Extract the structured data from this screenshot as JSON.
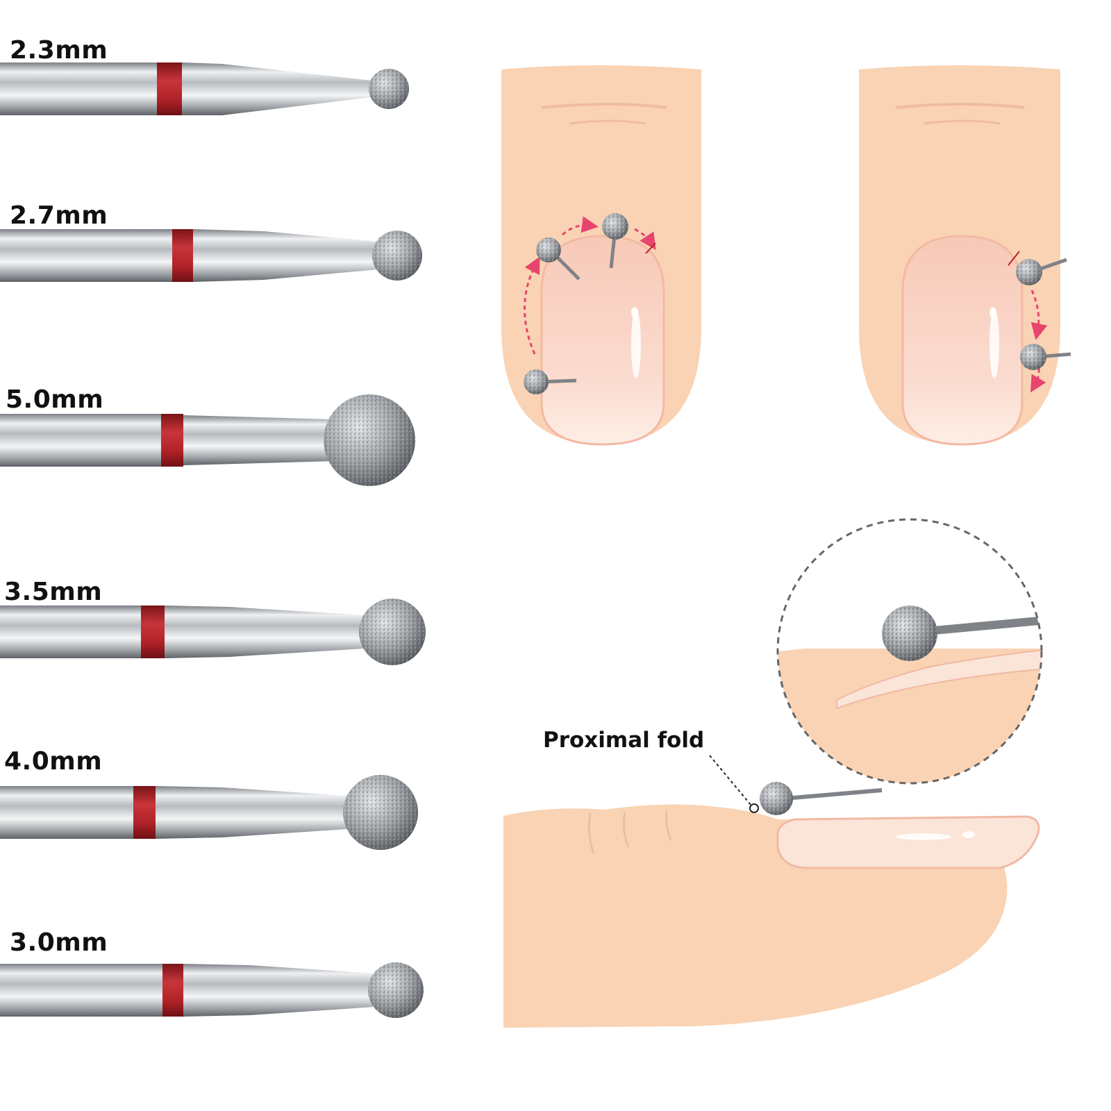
{
  "bits": [
    {
      "size_label": "2.3mm"
    },
    {
      "size_label": "2.7mm"
    },
    {
      "size_label": "5.0mm"
    },
    {
      "size_label": "3.5mm"
    },
    {
      "size_label": "4.0mm"
    },
    {
      "size_label": "3.0mm"
    }
  ],
  "callout": {
    "label": "Proximal fold"
  },
  "colors": {
    "skin": "#f9d3b4",
    "skin_shadow": "#efbd9d",
    "nail": "#fbe3d6",
    "steel": "#c9cccf",
    "band_red": "#b32026",
    "arrow_pink": "#e8456e",
    "diamond_grit": "#9a9ea2"
  },
  "icons": [
    "ball-drill-bit-icon",
    "cuticle-direction-arrow-icon",
    "magnifier-circle-icon"
  ]
}
